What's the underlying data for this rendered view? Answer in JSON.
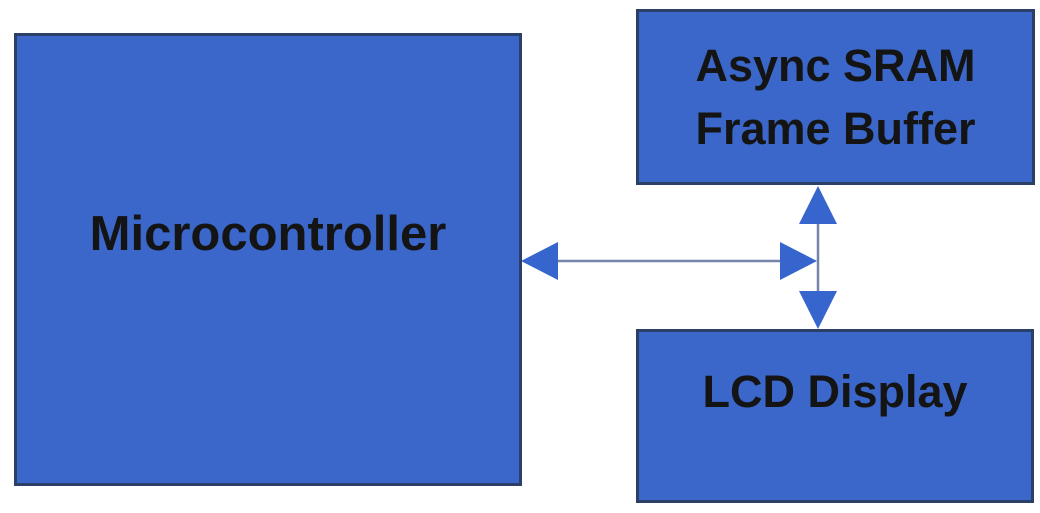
{
  "diagram": {
    "type": "block-diagram",
    "nodes": {
      "microcontroller": {
        "label": "Microcontroller"
      },
      "frame_buffer": {
        "label_line1": "Async SRAM",
        "label_line2": "Frame Buffer"
      },
      "lcd_display": {
        "label": "LCD Display"
      }
    },
    "connections": [
      {
        "from": "microcontroller",
        "to": "memory-bus-junction",
        "style": "bidirectional-arrow",
        "orientation": "horizontal"
      },
      {
        "from": "frame_buffer",
        "to": "lcd_display",
        "style": "bidirectional-arrow",
        "orientation": "vertical"
      }
    ],
    "colors": {
      "node_fill": "#3a67c9",
      "node_border": "#2c4067",
      "arrow_head": "#3565cd",
      "arrow_line": "#7684ab",
      "label_text": "#141414",
      "background": "#ffffff"
    }
  }
}
